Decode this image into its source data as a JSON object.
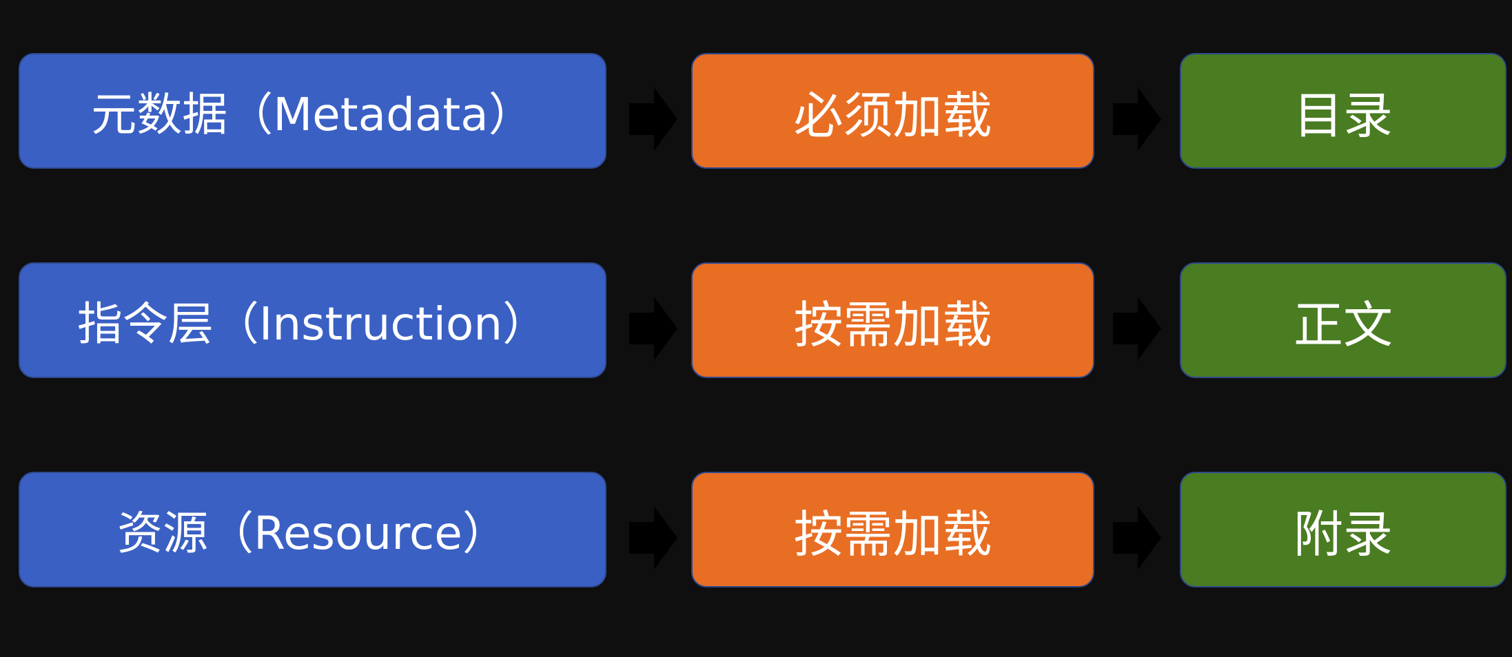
{
  "rows": [
    {
      "layer": "元数据（Metadata）",
      "loading": "必须加载",
      "section": "目录"
    },
    {
      "layer": "指令层（Instruction）",
      "loading": "按需加载",
      "section": "正文"
    },
    {
      "layer": "资源（Resource）",
      "loading": "按需加载",
      "section": "附录"
    }
  ],
  "colors": {
    "background": "#0f0f0f",
    "layer_box": "#3a60c4",
    "loading_box": "#e86e24",
    "section_box": "#4a7c22",
    "arrow": "#000000",
    "text": "#ffffff"
  },
  "icons": {
    "connector": "right-arrow-icon"
  }
}
